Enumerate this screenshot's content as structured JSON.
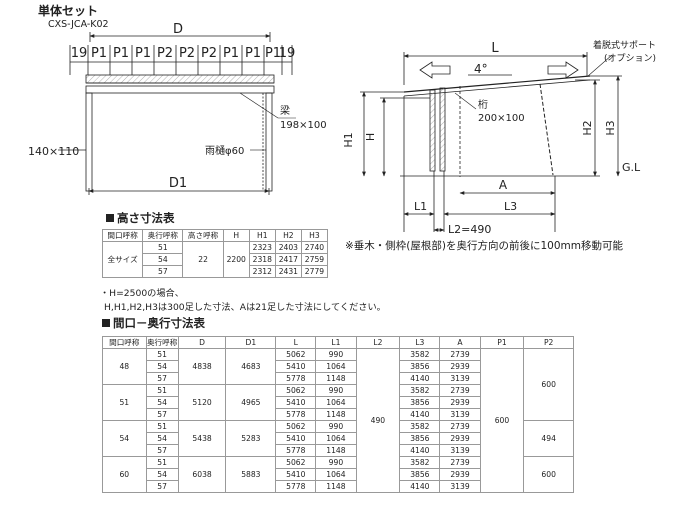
{
  "header": {
    "set_label": "単体セット",
    "model": "CXS-JCA-K02"
  },
  "front_view": {
    "width_label": "D",
    "top_dims": [
      "19",
      "P1",
      "P1",
      "P1",
      "P2",
      "P2",
      "P2",
      "P1",
      "P1",
      "P1",
      "19"
    ],
    "beam_label": "梁",
    "beam_size": "198×100",
    "post_label": "140×110",
    "gutter_label": "雨樋φ60",
    "bottom_label": "D1"
  },
  "side_view": {
    "length_label": "L",
    "slope_label": "4°",
    "option_label_1": "着脱式サポート",
    "option_label_2": "(オプション)",
    "girder_label": "桁",
    "girder_size": "200×100",
    "h1": "H1",
    "h": "H",
    "h2": "H2",
    "h3": "H3",
    "gl": "G.L",
    "a": "A",
    "l1": "L1",
    "l2": "L2=490",
    "l3": "L3"
  },
  "note_side": "※垂木・側枠(屋根部)を奥行方向の前後に100mm移動可能",
  "height_table": {
    "title": "高さ寸法表",
    "headers": [
      "間口呼称",
      "奥行呼称",
      "高さ呼称",
      "H",
      "H1",
      "H2",
      "H3"
    ],
    "size_label": "全サイズ",
    "height_name": "22",
    "h_value": "2200",
    "rows": [
      {
        "depth": "51",
        "h1": "2323",
        "h2": "2403",
        "h3": "2740"
      },
      {
        "depth": "54",
        "h1": "2318",
        "h2": "2417",
        "h3": "2759"
      },
      {
        "depth": "57",
        "h1": "2312",
        "h2": "2431",
        "h3": "2779"
      }
    ]
  },
  "h_note_1": "・H=2500の場合、",
  "h_note_2": "H,H1,H2,H3は300足した寸法、Aは21足した寸法にしてください。",
  "span_table": {
    "title": "間口－奥行寸法表",
    "headers": [
      "間口呼称",
      "奥行呼称",
      "D",
      "D1",
      "L",
      "L1",
      "L2",
      "L3",
      "A",
      "P1",
      "P2"
    ],
    "l2_value": "490",
    "p1_value": "600",
    "p2_values": [
      "600",
      "494",
      "600"
    ],
    "depth_rows": [
      {
        "depth": "51",
        "l": "5062",
        "l1": "990",
        "l3": "3582",
        "a": "2739"
      },
      {
        "depth": "54",
        "l": "5410",
        "l1": "1064",
        "l3": "3856",
        "a": "2939"
      },
      {
        "depth": "57",
        "l": "5778",
        "l1": "1148",
        "l3": "4140",
        "a": "3139"
      }
    ],
    "groups": [
      {
        "width": "48",
        "d": "4838",
        "d1": "4683"
      },
      {
        "width": "51",
        "d": "5120",
        "d1": "4965"
      },
      {
        "width": "54",
        "d": "5438",
        "d1": "5283"
      },
      {
        "width": "60",
        "d": "6038",
        "d1": "5883"
      }
    ]
  }
}
